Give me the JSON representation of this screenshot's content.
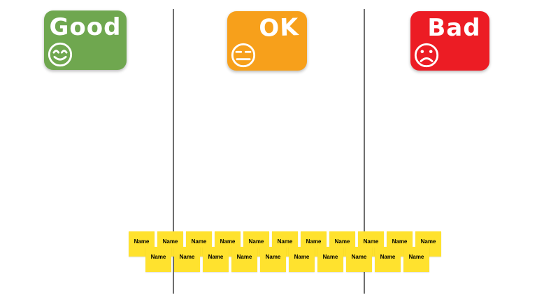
{
  "board": {
    "columns": [
      {
        "id": "good",
        "label": "Good",
        "color": "#6fa74f",
        "face_icon": "smile-face-icon"
      },
      {
        "id": "ok",
        "label": "OK",
        "color": "#f7a01b",
        "face_icon": "neutral-face-icon"
      },
      {
        "id": "bad",
        "label": "Bad",
        "color": "#ec1c24",
        "face_icon": "frown-face-icon"
      }
    ],
    "divider_color": "#6e6e6e",
    "notes": {
      "color": "#ffe22e",
      "text_color": "#000000",
      "row1": [
        "Name",
        "Name",
        "Name",
        "Name",
        "Name",
        "Name",
        "Name",
        "Name",
        "Name",
        "Name",
        "Name"
      ],
      "row2": [
        "Name",
        "Name",
        "Name",
        "Name",
        "Name",
        "Name",
        "Name",
        "Name",
        "Name",
        "Name"
      ]
    }
  }
}
